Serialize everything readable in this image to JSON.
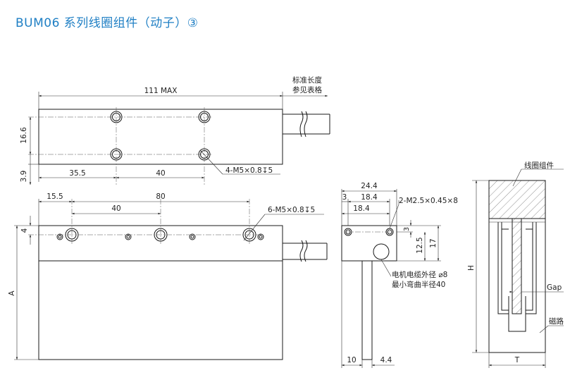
{
  "title": "BUM06 系列线圈组件（动子）③",
  "top_view": {
    "dim_length": "111 MAX",
    "cable_note_1": "标准长度",
    "cable_note_2": "参见表格",
    "dim_hole_spacing_v": "16.6",
    "dim_edge_v": "3.9",
    "dim_first_hole": "35.5",
    "dim_hole_spacing_h": "40",
    "hole_callout": "4-M5×0.8↧5"
  },
  "front_view": {
    "dim_offset": "15.5",
    "dim_span": "80",
    "dim_pitch": "40",
    "dim_top": "4",
    "dim_height": "A",
    "hole_callout": "6-M5×0.8↧5"
  },
  "side_view": {
    "dim_width": "24.4",
    "dim_edge": "3",
    "dim_inner": "18.4",
    "dim_lower": "18.4",
    "hole_callout": "2-M2.5×0.45×8",
    "dim_v_small": "3",
    "dim_v_mid": "12.5",
    "dim_v_tall": "17",
    "cable_note_1": "电机电缆外径 ⌀8",
    "cable_note_2": "最小弯曲半径40",
    "dim_fin": "10",
    "dim_fin_side": "4.4"
  },
  "section_view": {
    "label_coil": "线圈组件",
    "label_gap": "Gap",
    "label_magnet": "磁路",
    "dim_height": "H",
    "dim_width": "T"
  }
}
